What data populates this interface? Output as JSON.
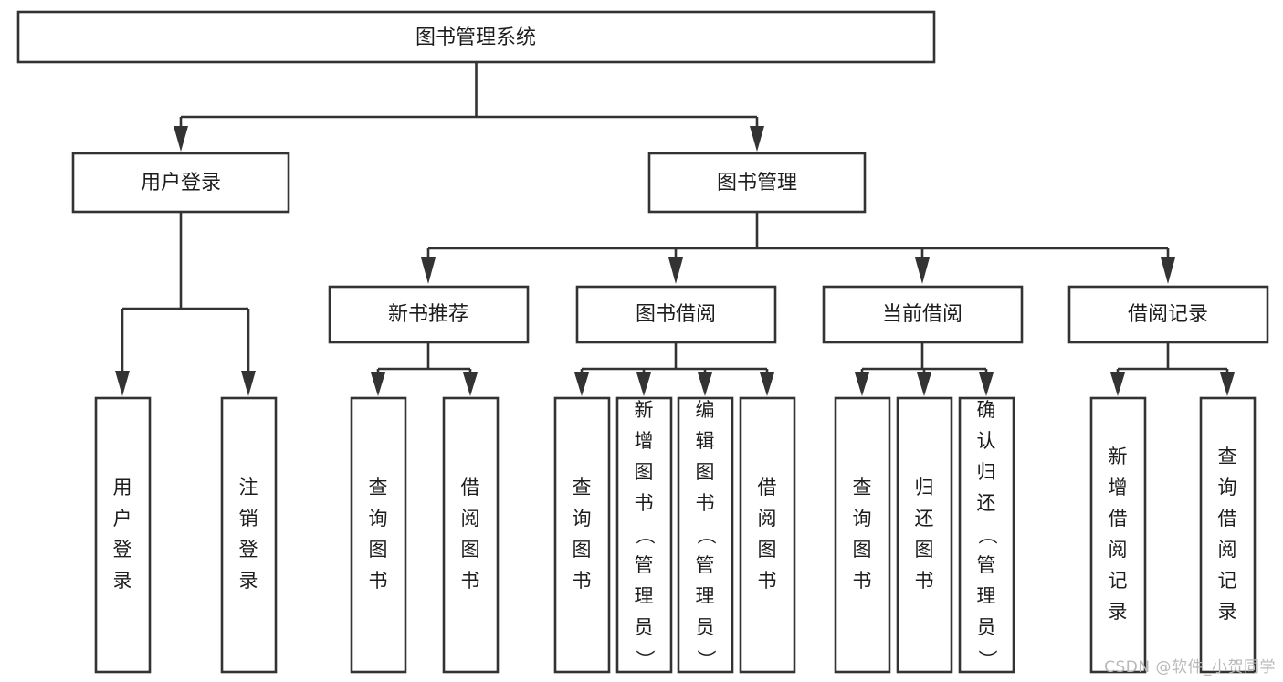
{
  "diagram": {
    "title": "图书管理系统",
    "type": "tree-hierarchy-chart",
    "watermark": "CSDN @软件_小贺同学",
    "colors": {
      "stroke": "#333333",
      "fill": "#ffffff",
      "text": "#1d1d1d",
      "watermark": "#b9b9b9",
      "background": "#ffffff"
    },
    "levels": {
      "root": {
        "label": "图书管理系统"
      },
      "level2": [
        {
          "id": "user-login",
          "label": "用户登录"
        },
        {
          "id": "book-manage",
          "label": "图书管理"
        }
      ],
      "level3": [
        {
          "id": "new-book-recommend",
          "label": "新书推荐",
          "parent": "book-manage"
        },
        {
          "id": "book-borrow",
          "label": "图书借阅",
          "parent": "book-manage"
        },
        {
          "id": "current-borrow",
          "label": "当前借阅",
          "parent": "book-manage"
        },
        {
          "id": "borrow-record",
          "label": "借阅记录",
          "parent": "book-manage"
        }
      ],
      "leaves": [
        {
          "id": "leaf-user-login",
          "label": "用户登录",
          "parent": "user-login"
        },
        {
          "id": "leaf-logout-login",
          "label": "注销登录",
          "parent": "user-login"
        },
        {
          "id": "leaf-query-book-1",
          "label": "查询图书",
          "parent": "new-book-recommend"
        },
        {
          "id": "leaf-borrow-book-1",
          "label": "借阅图书",
          "parent": "new-book-recommend"
        },
        {
          "id": "leaf-query-book-2",
          "label": "查询图书",
          "parent": "book-borrow"
        },
        {
          "id": "leaf-add-book",
          "label": "新增图书（管理员）",
          "parent": "book-borrow"
        },
        {
          "id": "leaf-edit-book",
          "label": "编辑图书（管理员）",
          "parent": "book-borrow"
        },
        {
          "id": "leaf-borrow-book-2",
          "label": "借阅图书",
          "parent": "book-borrow"
        },
        {
          "id": "leaf-query-book-3",
          "label": "查询图书",
          "parent": "current-borrow"
        },
        {
          "id": "leaf-return-book",
          "label": "归还图书",
          "parent": "current-borrow"
        },
        {
          "id": "leaf-confirm-return",
          "label": "确认归还（管理员）",
          "parent": "current-borrow"
        },
        {
          "id": "leaf-add-record",
          "label": "新增借阅记录",
          "parent": "borrow-record"
        },
        {
          "id": "leaf-query-record",
          "label": "查询借阅记录",
          "parent": "borrow-record"
        }
      ]
    }
  }
}
